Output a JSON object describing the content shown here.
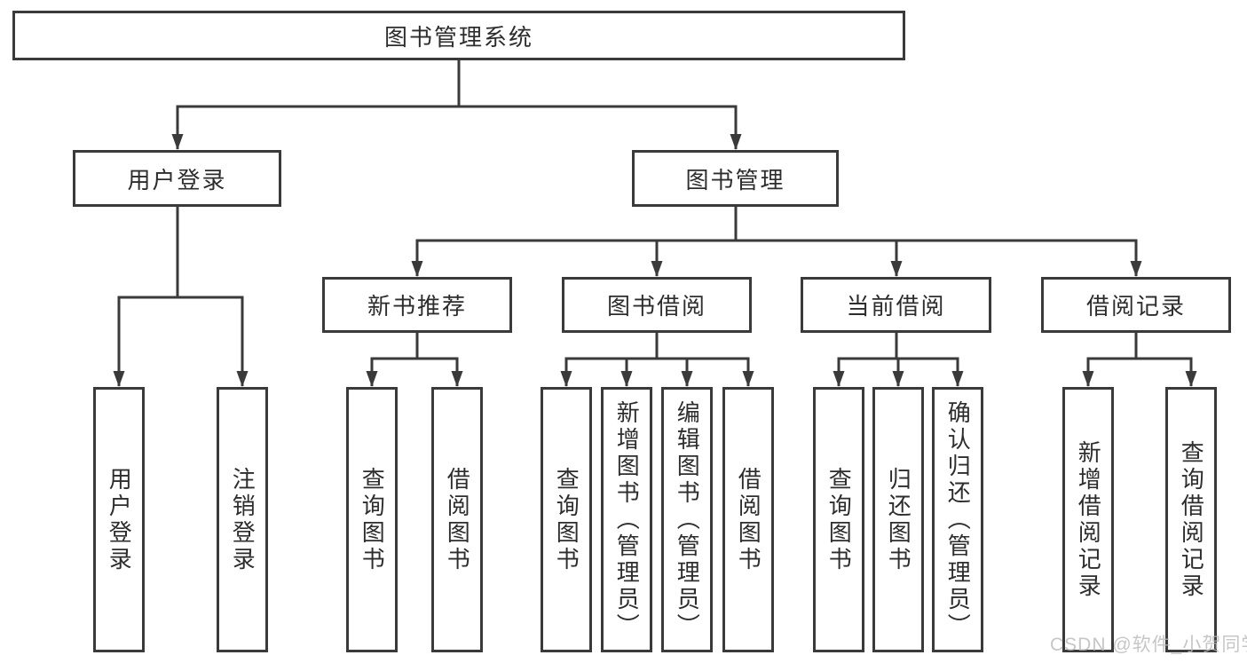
{
  "diagram": {
    "root": {
      "label": "图书管理系统"
    },
    "branches": [
      {
        "label": "用户登录",
        "leaves": [
          {
            "label": "用户登录"
          },
          {
            "label": "注销登录"
          }
        ]
      },
      {
        "label": "图书管理",
        "sections": [
          {
            "label": "新书推荐",
            "leaves": [
              {
                "label": "查询图书"
              },
              {
                "label": "借阅图书"
              }
            ]
          },
          {
            "label": "图书借阅",
            "leaves": [
              {
                "label": "查询图书"
              },
              {
                "label": "新增图书（管理员）"
              },
              {
                "label": "编辑图书（管理员）"
              },
              {
                "label": "借阅图书"
              }
            ]
          },
          {
            "label": "当前借阅",
            "leaves": [
              {
                "label": "查询图书"
              },
              {
                "label": "归还图书"
              },
              {
                "label": "确认归还（管理员）"
              }
            ]
          },
          {
            "label": "借阅记录",
            "leaves": [
              {
                "label": "新增借阅记录"
              },
              {
                "label": "查询借阅记录"
              }
            ]
          }
        ]
      }
    ]
  },
  "watermark": {
    "text": "CSDN @软件_小贺同学"
  },
  "colors": {
    "line": "#3a3a3a",
    "text": "#2d2d2d",
    "watermark": "#b8b8b8",
    "background": "#ffffff"
  }
}
